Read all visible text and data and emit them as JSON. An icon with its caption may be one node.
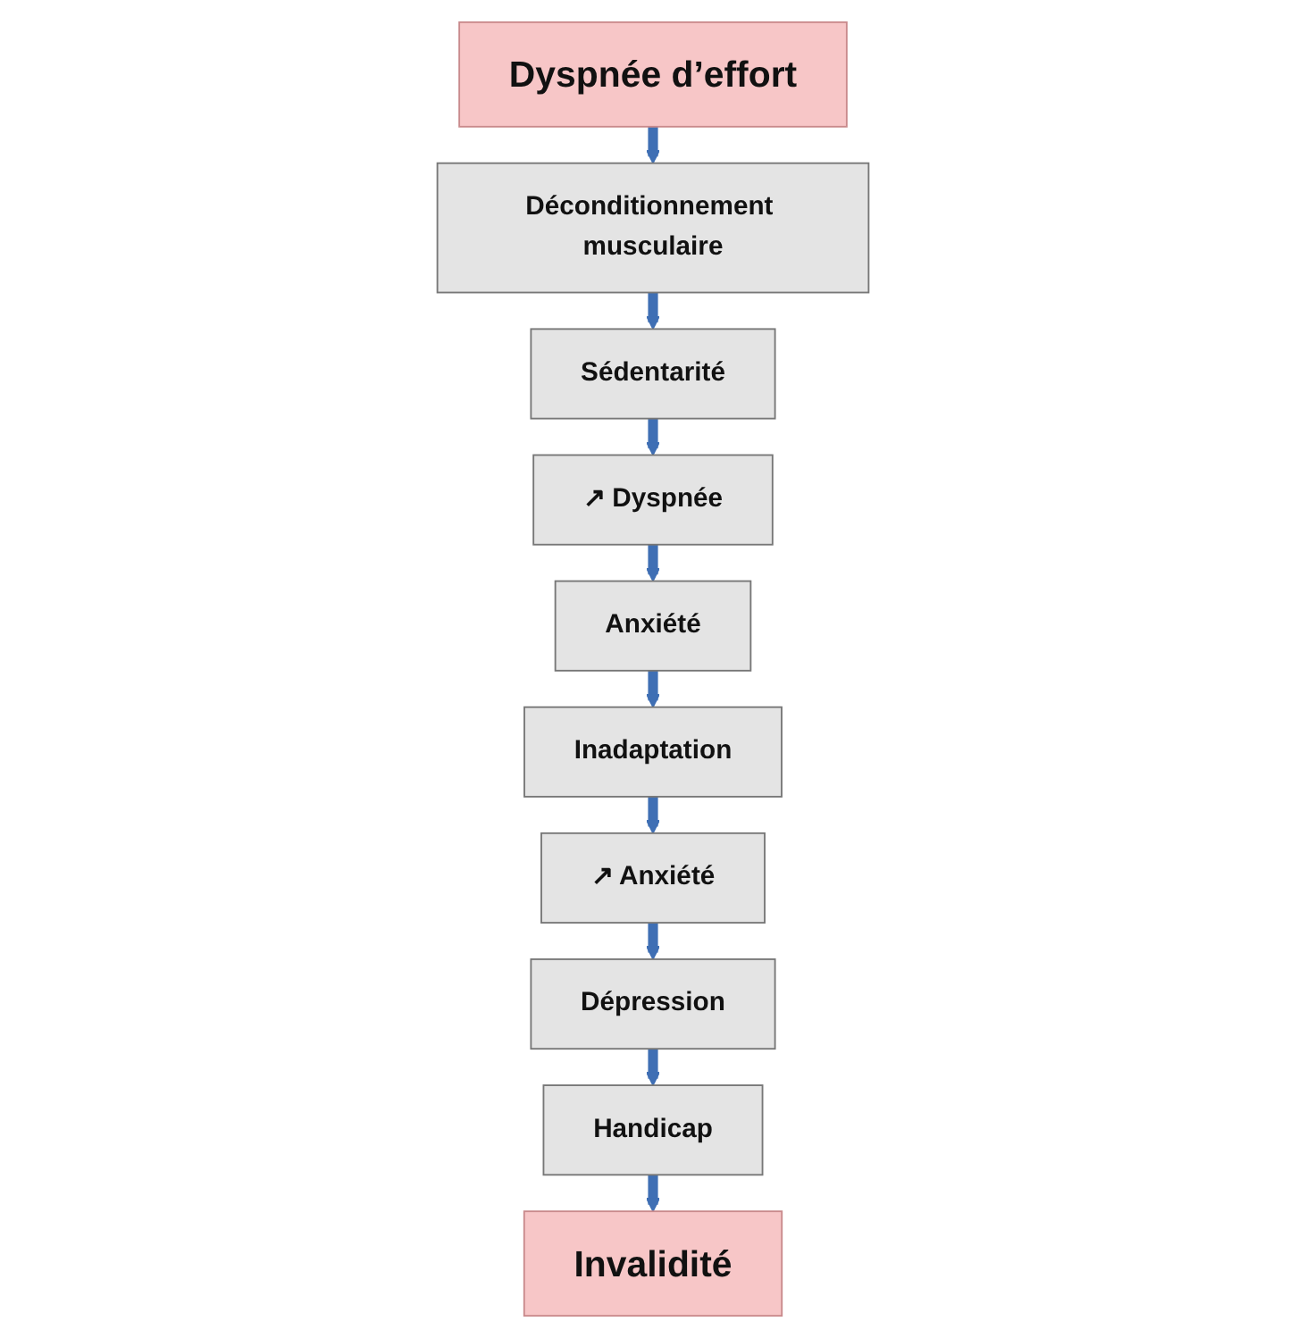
{
  "diagram": {
    "nodes": [
      {
        "text": [
          "Dyspnée d’effort"
        ]
      },
      {
        "text": [
          "Déconditionnement musculaire"
        ]
      },
      {
        "text": [
          "Sédentarité"
        ]
      },
      {
        "text": [
          "↗ Dyspnée"
        ]
      },
      {
        "text": [
          "Anxiété"
        ]
      },
      {
        "text": [
          "Inadaptation"
        ]
      },
      {
        "text": [
          "↗ Anxiété"
        ]
      },
      {
        "text": [
          "Dépression"
        ]
      },
      {
        "text": [
          "Handicap"
        ]
      },
      {
        "text": [
          "Invalidité"
        ]
      }
    ],
    "edges": [
      {
        "from": 0,
        "to": 1,
        "arrow": "to"
      },
      {
        "from": 1,
        "to": 2,
        "arrow": "to"
      },
      {
        "from": 2,
        "to": 3,
        "arrow": "to"
      },
      {
        "from": 3,
        "to": 4,
        "arrow": "to"
      },
      {
        "from": 4,
        "to": 5,
        "arrow": "to"
      },
      {
        "from": 5,
        "to": 6,
        "arrow": "to"
      },
      {
        "from": 6,
        "to": 7,
        "arrow": "to"
      },
      {
        "from": 7,
        "to": 8,
        "arrow": "to"
      },
      {
        "from": 8,
        "to": 9,
        "arrow": "to"
      }
    ]
  }
}
